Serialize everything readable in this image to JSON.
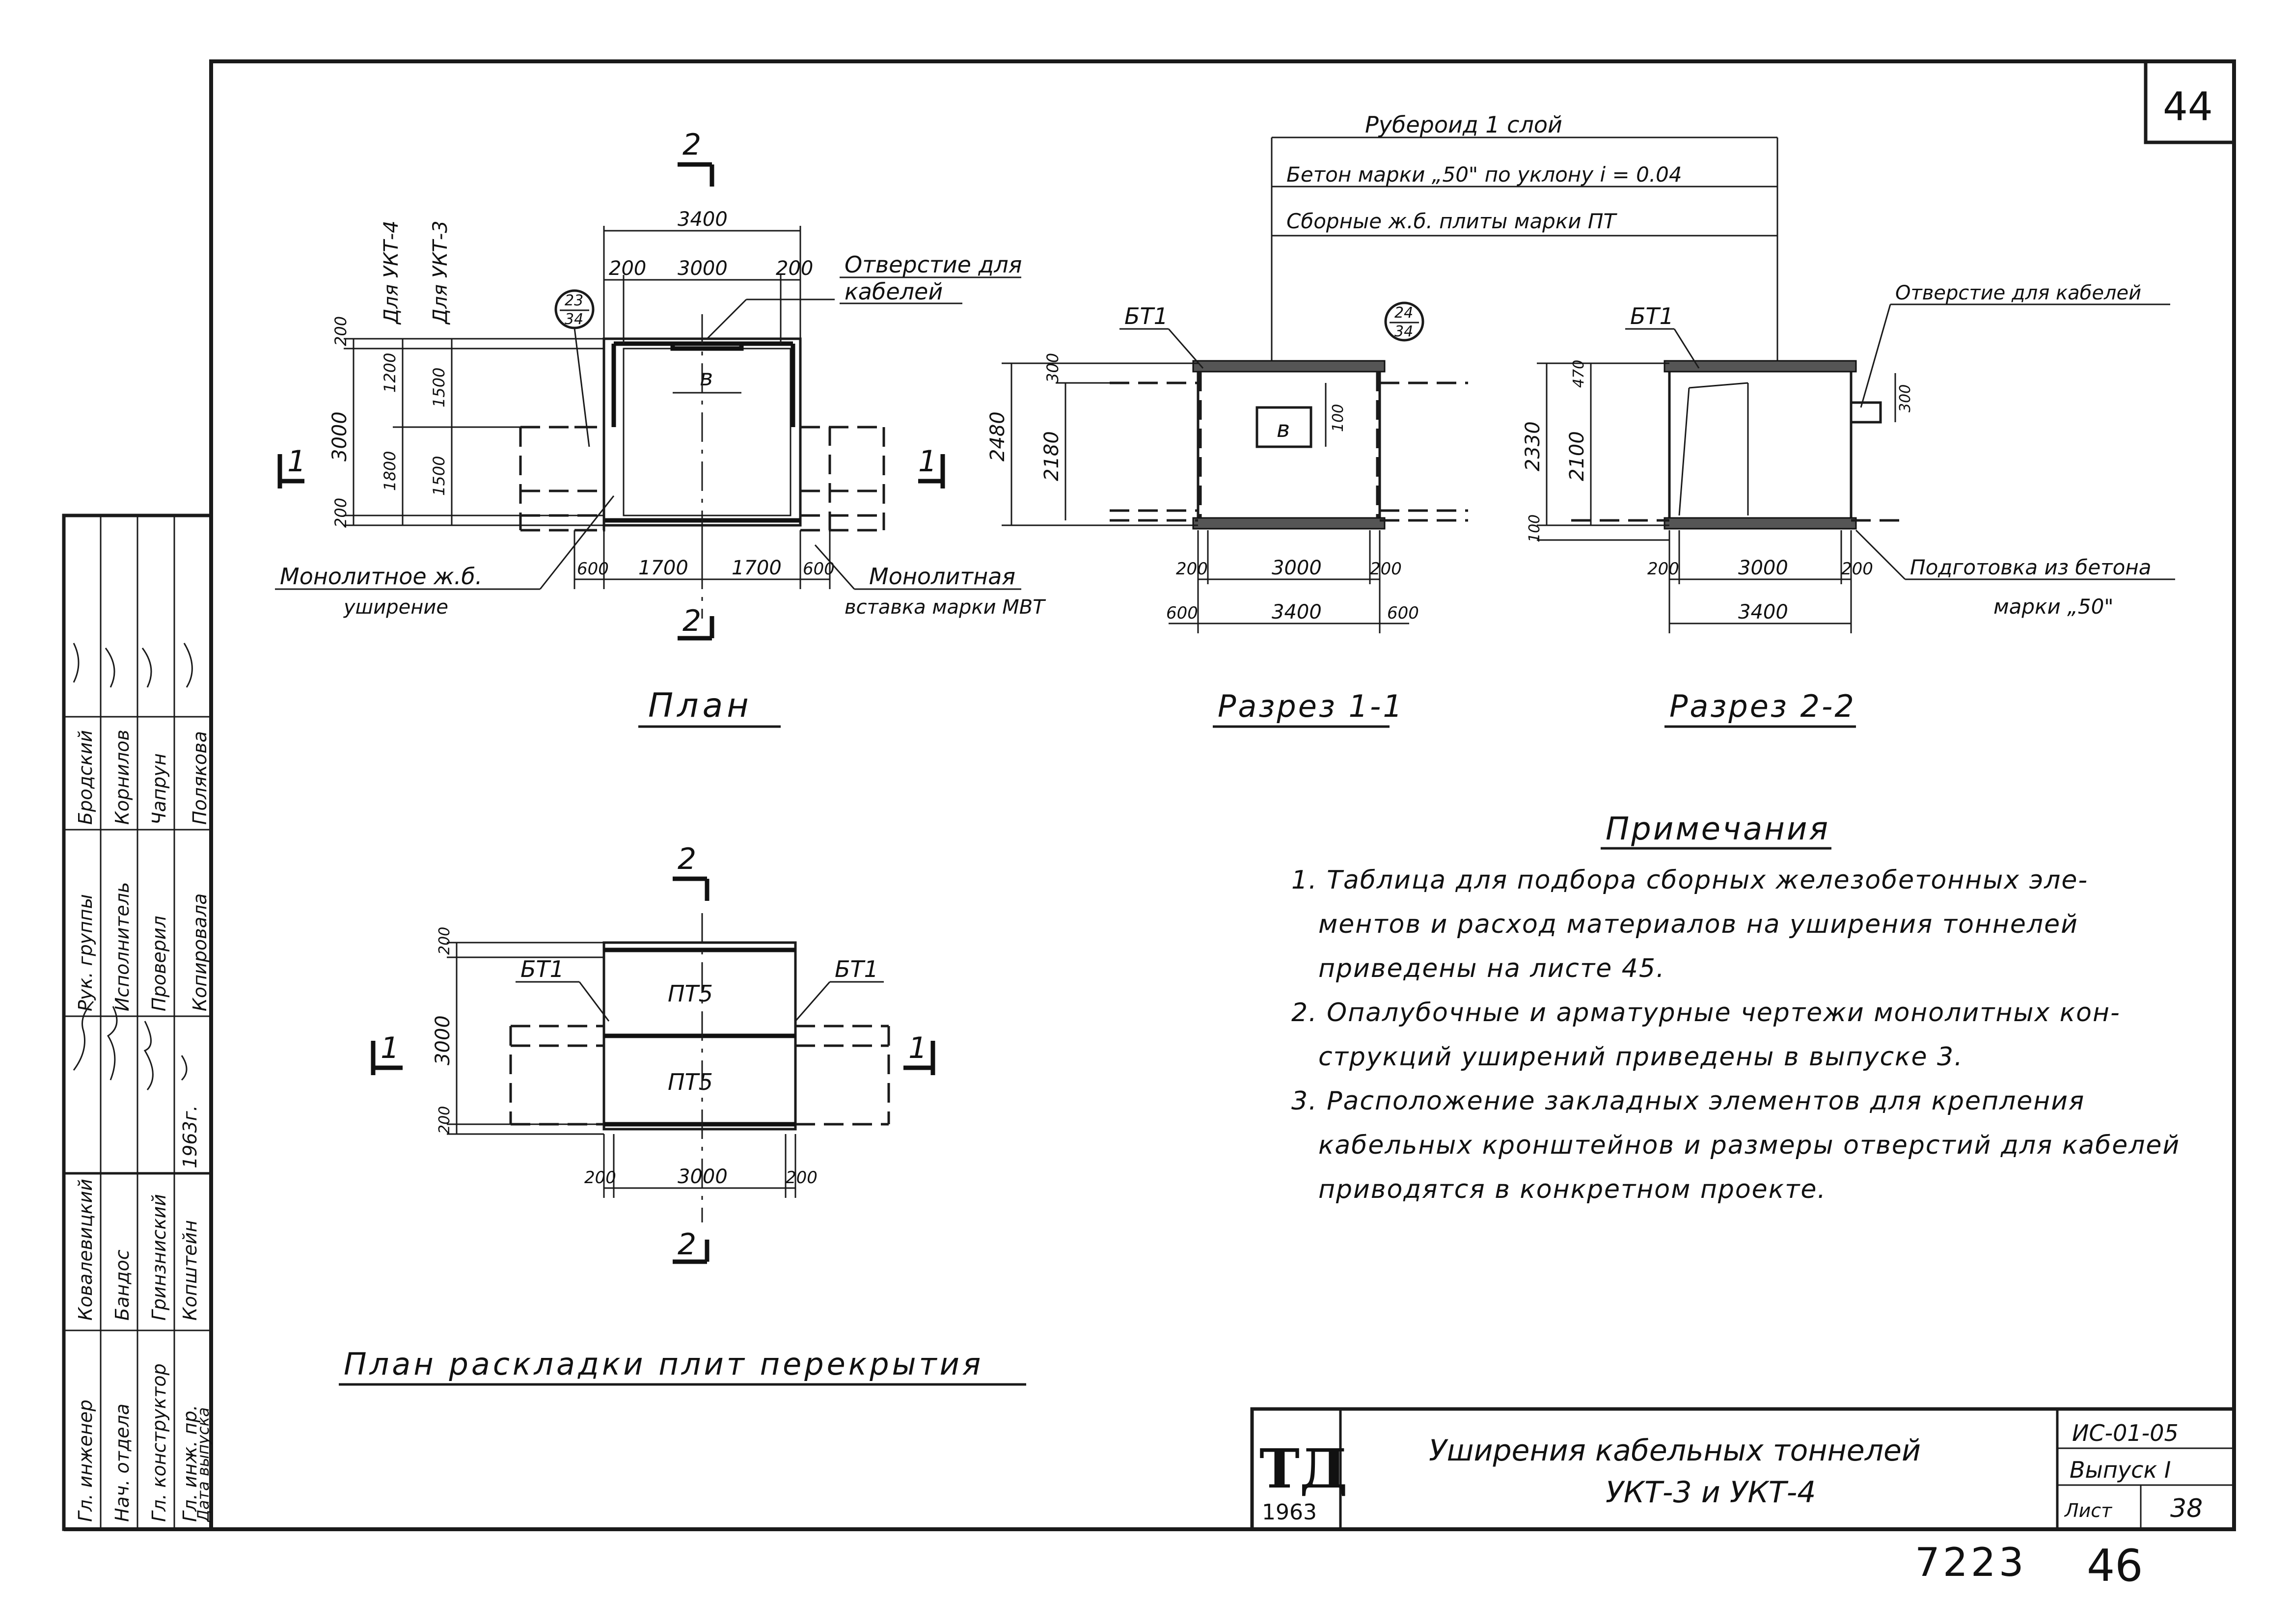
{
  "sheet_corner_number": "44",
  "plan": {
    "title": "План",
    "section_marks": {
      "top": "2",
      "bottom": "2",
      "left": "1",
      "right": "1"
    },
    "callout": {
      "top": "23",
      "bottom": "34"
    },
    "dims": {
      "total_width": "3400",
      "left_wall": "200",
      "inner": "3000",
      "right_wall": "200",
      "bottom_left": "600",
      "bottom_mid_left": "1700",
      "bottom_mid_right": "1700",
      "bottom_right": "600",
      "height_total": "3000",
      "top_wall": "200",
      "bottom_wall": "200",
      "ukt4_upper": "1200",
      "ukt4_lower": "1800",
      "ukt3_upper": "1500",
      "ukt3_lower": "1500",
      "opening": "в"
    },
    "labels": {
      "for_ukt4": "Для УКТ-4",
      "for_ukt3": "Для УКТ-3",
      "opening_for_cables_line1": "Отверстие для",
      "opening_for_cables_line2": "кабелей",
      "monolithic_left_line1": "Монолитное ж.б.",
      "monolithic_left_line2": "уширение",
      "monolithic_right_line1": "Монолитная",
      "monolithic_right_line2": "вставка марки МВТ"
    }
  },
  "section11": {
    "title": "Разрез 1-1",
    "callout": {
      "top": "24",
      "bottom": "34"
    },
    "layers": [
      "Рубероид  1 слой",
      "Бетон марки „50\" по уклону  i = 0.04",
      "Сборные ж.б. плиты марки ПТ"
    ],
    "beam_label": "БТ1",
    "opening": "в",
    "dims": {
      "height_outer": "2480",
      "height_inner": "2180",
      "top": "300",
      "opening_h": "100",
      "left_wall": "200",
      "inner": "3000",
      "right_wall": "200",
      "outer": "3400",
      "left_600": "600",
      "right_600": "600"
    }
  },
  "section22": {
    "title": "Разрез 2-2",
    "beam_label": "БТ1",
    "opening_label": "Отверстие для кабелей",
    "footing_label_line1": "Подготовка из бетона",
    "footing_label_line2": "марки „50\"",
    "dims": {
      "height_outer": "2330",
      "height_inner": "2100",
      "top": "470",
      "opening_h": "300",
      "base": "100",
      "left_wall": "200",
      "inner": "3000",
      "right_wall": "200",
      "outer": "3400"
    }
  },
  "slab_plan": {
    "title": "План раскладки плит перекрытия",
    "section_marks": {
      "top": "2",
      "bottom": "2",
      "left": "1",
      "right": "1"
    },
    "slab_top": "ПТ5",
    "slab_bottom": "ПТ5",
    "beam_left": "БТ1",
    "beam_right": "БТ1",
    "dims": {
      "top": "200",
      "middle": "3000",
      "bottom": "200",
      "left": "200",
      "inner": "3000",
      "right": "200"
    }
  },
  "notes": {
    "title": "Примечания",
    "items": [
      [
        "1. Таблица для подбора сборных железобетонных эле-",
        "ментов и расход материалов на уширения тоннелей",
        "приведены на листе 45."
      ],
      [
        "2. Опалубочные и арматурные чертежи монолитных кон-",
        "струкций уширений приведены в выпуске 3."
      ],
      [
        "3. Расположение закладных элементов для крепления",
        "кабельных кронштейнов и размеры отверстий для кабелей",
        "приводятся в конкретном проекте."
      ]
    ]
  },
  "stamp": {
    "rows": [
      [
        "Гл. инженер",
        "Ковалевицкий",
        "",
        "Рук. группы",
        "Бродский",
        ""
      ],
      [
        "Нач. отдела",
        "Бандос",
        "",
        "Исполнитель",
        "Корнилов",
        ""
      ],
      [
        "Гл. конструктор",
        "Гринзниский",
        "",
        "Проверил",
        "Чапрун",
        ""
      ],
      [
        "Гл. инж. пр.",
        "Копштейн",
        "",
        "",
        "",
        ""
      ],
      [
        "Дата выпуска",
        "",
        "1963г.",
        "Копировала",
        "Полякова",
        ""
      ]
    ]
  },
  "title_block": {
    "logo": "ТД",
    "logo_year": "1963",
    "title_line1": "Уширения кабельных тоннелей",
    "title_line2": "УКТ-3 и УКТ-4",
    "code": "ИС-01-05",
    "issue": "Выпуск I",
    "sheet_label": "Лист",
    "sheet_no": "38"
  },
  "bottom_numbers": {
    "left": "7223",
    "right": "46"
  }
}
